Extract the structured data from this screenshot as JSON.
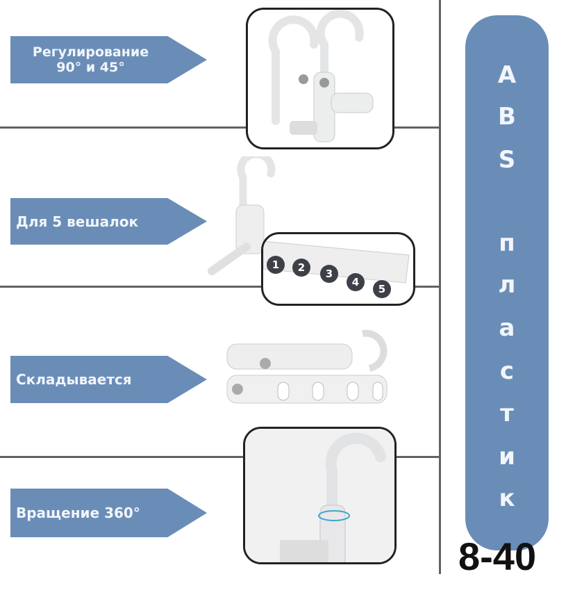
{
  "features": [
    {
      "line1": "Регулирование",
      "line2": "90° и  45°"
    },
    {
      "line1": "Для 5 вешалок"
    },
    {
      "line1": "Складывается"
    },
    {
      "line1": "Вращение 360°"
    }
  ],
  "slot_numbers": [
    "1",
    "2",
    "3",
    "4",
    "5"
  ],
  "material_letters": [
    "A",
    "B",
    "S",
    "п",
    "л",
    "а",
    "с",
    "т",
    "и",
    "к"
  ],
  "product_code": "8-40",
  "colors": {
    "accent": "#6a8db8",
    "line": "#5f6266"
  }
}
